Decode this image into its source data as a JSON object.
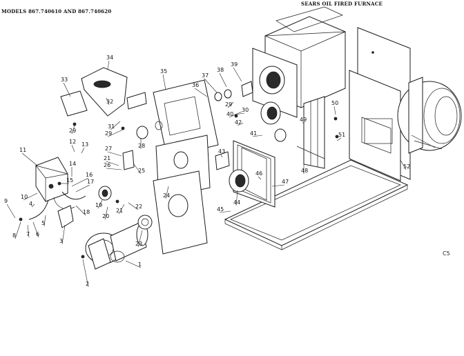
{
  "header": {
    "models": "MODELS 867.740610 AND 867.740620",
    "title": "SEARS OIL FIRED FURNACE"
  },
  "diagram_code": "C5",
  "callouts": [
    "1",
    "2",
    "3",
    "4",
    "5",
    "6",
    "7",
    "8",
    "9",
    "10",
    "11",
    "12",
    "13",
    "14",
    "15",
    "16",
    "17",
    "18",
    "19",
    "20",
    "21",
    "21",
    "22",
    "23",
    "24",
    "25",
    "26",
    "27",
    "28",
    "29",
    "29",
    "29",
    "30",
    "31",
    "32",
    "33",
    "34",
    "35",
    "36",
    "37",
    "38",
    "39",
    "40",
    "41",
    "42",
    "43",
    "44",
    "45",
    "46",
    "47",
    "48",
    "49",
    "50",
    "51",
    "52"
  ]
}
